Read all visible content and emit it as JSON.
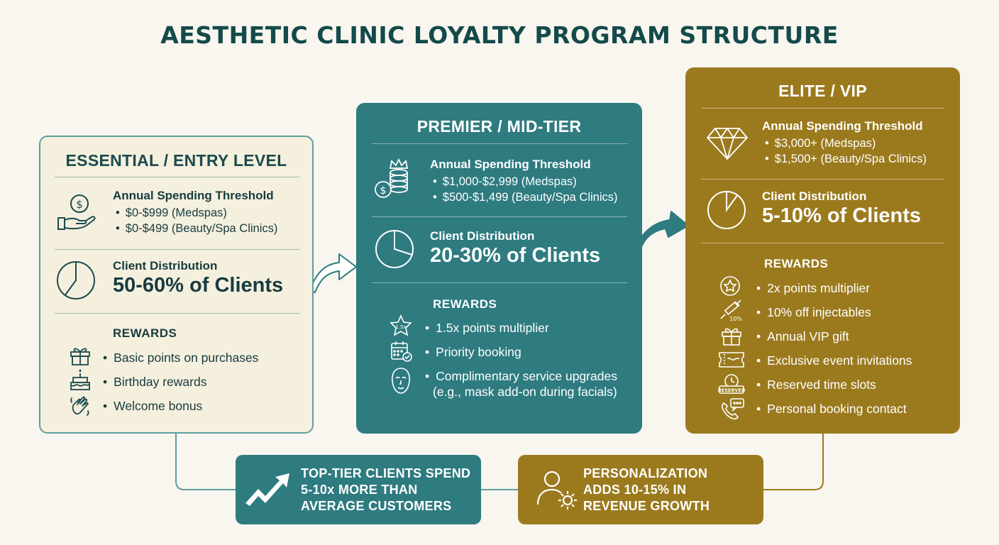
{
  "title": "AESTHETIC CLINIC LOYALTY PROGRAM STRUCTURE",
  "tiers": {
    "essential": {
      "name": "ESSENTIAL / ENTRY LEVEL",
      "threshold_label": "Annual Spending Threshold",
      "thresholds": [
        "$0-$999 (Medspas)",
        "$0-$499 (Beauty/Spa Clinics)"
      ],
      "distribution_label": "Client Distribution",
      "distribution_value": "50-60% of Clients",
      "rewards_label": "REWARDS",
      "rewards": [
        {
          "icon": "gift-icon",
          "text": "Basic points on purchases"
        },
        {
          "icon": "birthday-cake-icon",
          "text": "Birthday rewards"
        },
        {
          "icon": "waving-hand-icon",
          "text": "Welcome bonus"
        }
      ]
    },
    "premier": {
      "name": "PREMIER / MID-TIER",
      "threshold_label": "Annual Spending Threshold",
      "thresholds": [
        "$1,000-$2,999 (Medspas)",
        "$500-$1,499 (Beauty/Spa Clinics)"
      ],
      "distribution_label": "Client Distribution",
      "distribution_value": "20-30% of Clients",
      "rewards_label": "REWARDS",
      "rewards": [
        {
          "icon": "star-badge-icon",
          "text": "1.5x points multiplier",
          "icon_text": "1.5x"
        },
        {
          "icon": "calendar-check-icon",
          "text": "Priority booking"
        },
        {
          "icon": "face-mask-icon",
          "text": "Complimentary service upgrades",
          "text2": "(e.g., mask add-on during facials)"
        }
      ]
    },
    "elite": {
      "name": "ELITE / VIP",
      "threshold_label": "Annual Spending Threshold",
      "thresholds": [
        "$3,000+ (Medspas)",
        "$1,500+ (Beauty/Spa Clinics)"
      ],
      "distribution_label": "Client Distribution",
      "distribution_value": "5-10% of Clients",
      "rewards_label": "REWARDS",
      "rewards": [
        {
          "icon": "star-badge-icon",
          "text": "2x points multiplier"
        },
        {
          "icon": "syringe-icon",
          "text": "10% off injectables",
          "icon_text": "10%"
        },
        {
          "icon": "gift-icon",
          "text": "Annual VIP gift"
        },
        {
          "icon": "ticket-icon",
          "text": "Exclusive event invitations"
        },
        {
          "icon": "reserved-clock-icon",
          "text": "Reserved time slots",
          "icon_text": "RESERVED"
        },
        {
          "icon": "phone-chat-icon",
          "text": "Personal booking contact"
        }
      ]
    }
  },
  "stats": {
    "spend": {
      "icon": "trend-up-arrow-icon",
      "lines": [
        "TOP-TIER CLIENTS SPEND",
        "5-10x MORE THAN",
        "AVERAGE CUSTOMERS"
      ]
    },
    "personalization": {
      "icon": "user-gear-icon",
      "lines": [
        "PERSONALIZATION",
        "ADDS 10-15% IN",
        "REVENUE GROWTH"
      ]
    }
  },
  "chart_data": [
    {
      "type": "pie",
      "label": "Client Distribution",
      "value_range_percent": [
        50,
        60
      ],
      "tier": "ESSENTIAL / ENTRY LEVEL"
    },
    {
      "type": "pie",
      "label": "Client Distribution",
      "value_range_percent": [
        20,
        30
      ],
      "tier": "PREMIER / MID-TIER"
    },
    {
      "type": "pie",
      "label": "Client Distribution",
      "value_range_percent": [
        5,
        10
      ],
      "tier": "ELITE / VIP"
    }
  ],
  "colors": {
    "teal": "#2e7b80",
    "gold": "#9b7a1e",
    "cream": "#f5f0de",
    "dark_teal_text": "#144a4a",
    "background": "#f8f6ef"
  }
}
